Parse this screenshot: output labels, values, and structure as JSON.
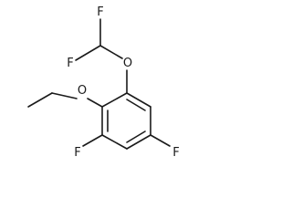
{
  "molecule": {
    "atoms": {
      "f_difluoromethyl_top": "F",
      "f_difluoromethyl_left": "F",
      "o_difluoromethoxy": "O",
      "o_ethoxy": "O",
      "f_ring_left": "F",
      "f_ring_right": "F"
    }
  }
}
